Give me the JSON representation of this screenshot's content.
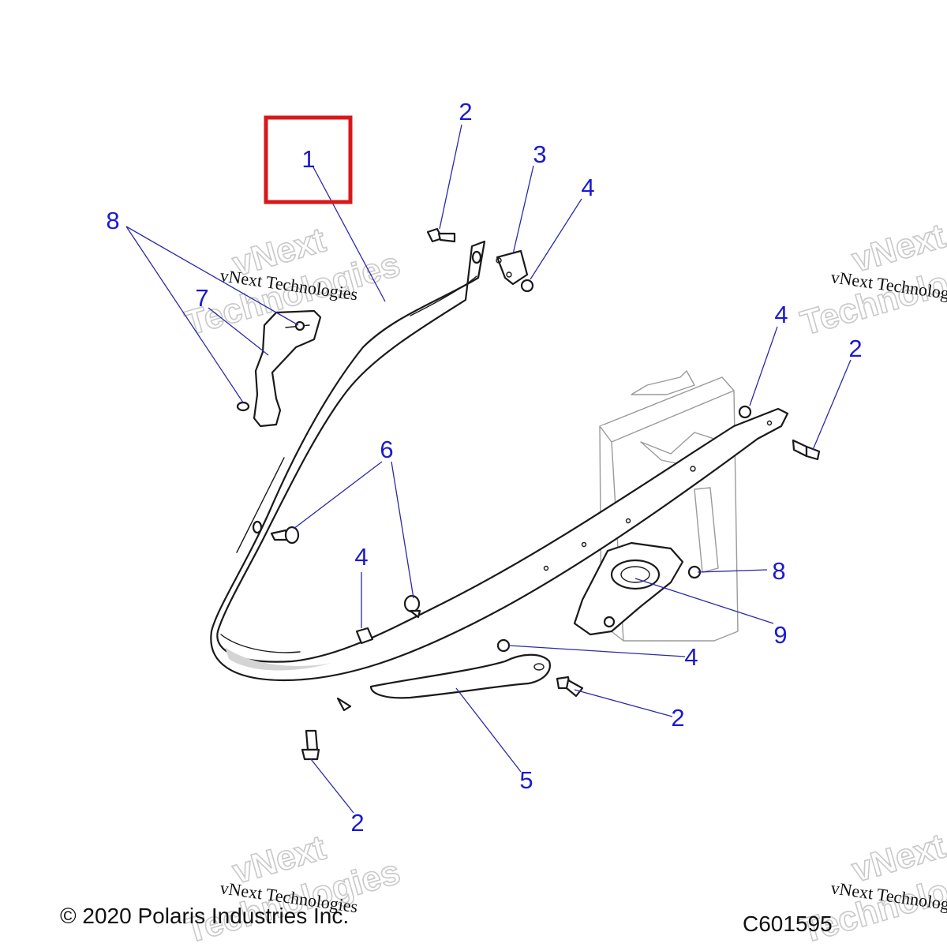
{
  "diagram": {
    "callouts": [
      "1",
      "2",
      "3",
      "4",
      "4",
      "2",
      "8",
      "7",
      "6",
      "4",
      "8",
      "9",
      "4",
      "2",
      "5",
      "2"
    ],
    "watermark": "vNext Technologies",
    "watermark_large_1": "vNext",
    "watermark_large_2": "Technologies",
    "copyright": "© 2020 Polaris Industries Inc.",
    "drawing_number": "C601595",
    "highlight_color": "#d81818",
    "callout_color": "#1a1ad0"
  }
}
